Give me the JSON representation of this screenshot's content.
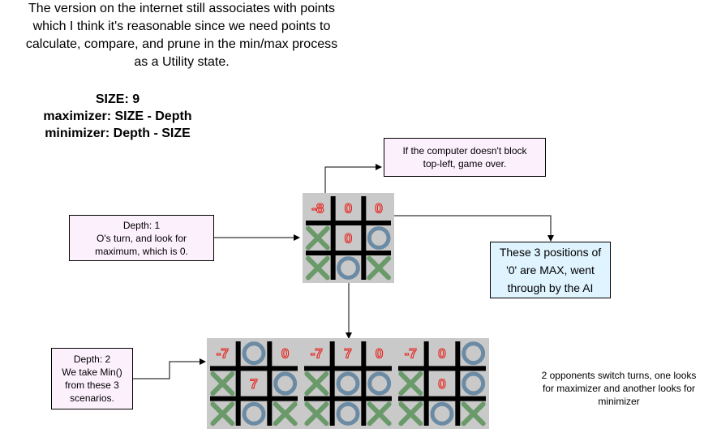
{
  "intro_lines": [
    "The version on the internet still associates with points",
    "which I think it's reasonable since we need points to",
    "calculate, compare, and prune in the min/max process",
    "as a Utility state."
  ],
  "formula": {
    "size": "SIZE: 9",
    "maximizer": "maximizer: SIZE - Depth",
    "minimizer": "minimizer: Depth - SIZE"
  },
  "note_top": [
    "If the computer doesn't block",
    "top-left, game over."
  ],
  "note_depth1": [
    "Depth: 1",
    "O's turn, and look for",
    "maximum, which is 0."
  ],
  "note_max": [
    "These 3 positions of",
    "'0' are MAX, went",
    "through by the AI"
  ],
  "note_depth2": [
    "Depth: 2",
    "We take Min()",
    "from these 3",
    "scenarios."
  ],
  "footer_note": [
    "2 opponents switch turns, one looks",
    "for maximizer and another looks for",
    "minimizer"
  ],
  "colors": {
    "x_mark": "#6a9a6a",
    "o_mark": "#6b8aa3",
    "score": "#e8201a",
    "board_bg": "#c9c9c9",
    "grid": "#000000"
  },
  "boards": {
    "top": [
      [
        "-8",
        "0",
        "0"
      ],
      [
        "X",
        "0",
        "O"
      ],
      [
        "X",
        "O",
        "X"
      ]
    ],
    "bottom": [
      [
        [
          "-7",
          "O",
          "0"
        ],
        [
          "X",
          "7",
          "O"
        ],
        [
          "X",
          "O",
          "X"
        ]
      ],
      [
        [
          "-7",
          "7",
          "0"
        ],
        [
          "X",
          "O",
          "O"
        ],
        [
          "X",
          "O",
          "X"
        ]
      ],
      [
        [
          "-7",
          "0",
          "O"
        ],
        [
          "X",
          "0",
          "O"
        ],
        [
          "X",
          "O",
          "X"
        ]
      ]
    ]
  }
}
